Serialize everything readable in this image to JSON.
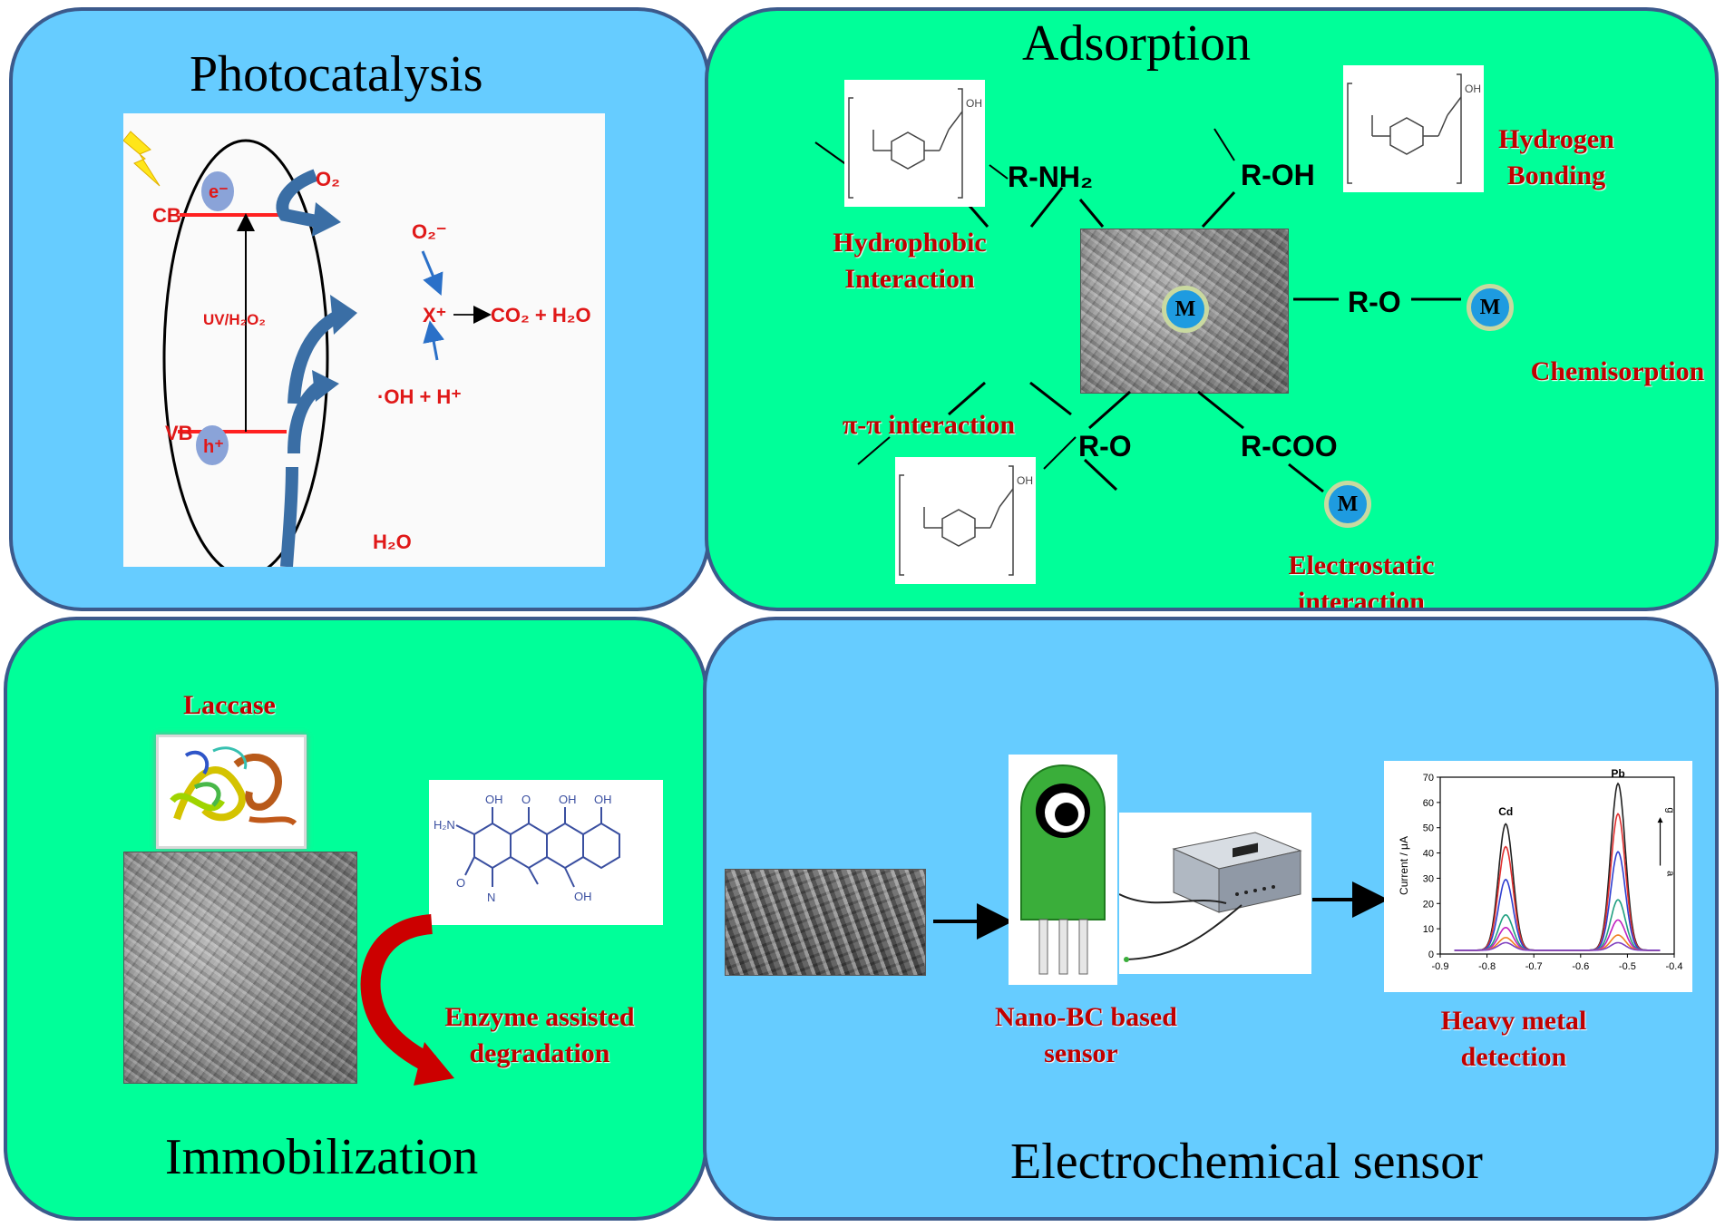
{
  "panels": {
    "photocatalysis": {
      "title": "Photocatalysis",
      "labels": {
        "cb": "CB",
        "vb": "VB",
        "electron": "e⁻",
        "hole": "h⁺",
        "uv": "UV/H₂O₂",
        "o2": "O₂",
        "o2_radical": "O₂⁻",
        "x_plus": "X⁺",
        "products": "CO₂ + H₂O",
        "oh_radical": "·OH + H⁺",
        "h2o": "H₂O"
      }
    },
    "adsorption": {
      "title": "Adsorption",
      "groups": {
        "rnh2": "R-NH₂",
        "roh": "R-OH",
        "ro_right": "R-O",
        "ro_left": "R-O",
        "rcoo": "R-COO"
      },
      "metal_symbol": "M",
      "mechanisms": {
        "hydrophobic": [
          "Hydrophobic",
          "Interaction"
        ],
        "hydrogen": [
          "Hydrogen",
          "Bonding"
        ],
        "chemisorption": "Chemisorption",
        "pi_pi": "π-π  interaction",
        "electrostatic": [
          "Electrostatic",
          "interaction"
        ]
      },
      "polymer_oh_label": "OH"
    },
    "immobilization": {
      "title": "Immobilization",
      "enzyme": "Laccase",
      "degradation": [
        "Enzyme assisted",
        "degradation"
      ],
      "molecule_labels": {
        "oh": "OH",
        "nh2": "H₂N",
        "o": "O",
        "n": "N"
      }
    },
    "electrochemical": {
      "title": "Electrochemical sensor",
      "sensor_label": [
        "Nano-BC based",
        "sensor"
      ],
      "detection_label": [
        "Heavy metal",
        "detection"
      ]
    }
  },
  "chart_data": {
    "type": "line",
    "xlabel": "",
    "ylabel": "Current / μA",
    "xlim": [
      -0.9,
      -0.4
    ],
    "ylim": [
      0,
      70
    ],
    "x_ticks": [
      "-0.9",
      "-0.8",
      "-0.7",
      "-0.6",
      "-0.5",
      "-0.4"
    ],
    "y_ticks": [
      "0",
      "10",
      "20",
      "30",
      "40",
      "50",
      "60",
      "70"
    ],
    "annotations": [
      "Cd",
      "Pb",
      "a",
      "g"
    ],
    "peaks": {
      "Cd": -0.76,
      "Pb": -0.52
    },
    "series": [
      {
        "cd": 50,
        "pb": 66,
        "color": "#222222"
      },
      {
        "cd": 41,
        "pb": 54,
        "color": "#e03030"
      },
      {
        "cd": 28,
        "pb": 39,
        "color": "#3040d0"
      },
      {
        "cd": 14,
        "pb": 20,
        "color": "#20a080"
      },
      {
        "cd": 9,
        "pb": 12,
        "color": "#c020c0"
      },
      {
        "cd": 5,
        "pb": 6,
        "color": "#f08020"
      },
      {
        "cd": 3,
        "pb": 3,
        "color": "#8040c0"
      }
    ]
  },
  "colors": {
    "panel_blue": "#66ccff",
    "panel_green": "#00ff99",
    "panel_border": "#3c5a8c",
    "mechanism_red": "#c00000",
    "arrow_blue": "#3a6ea5",
    "arrow_red": "#cc0000",
    "band_red": "#ff2020",
    "bead_blue": "#1e9be0"
  }
}
